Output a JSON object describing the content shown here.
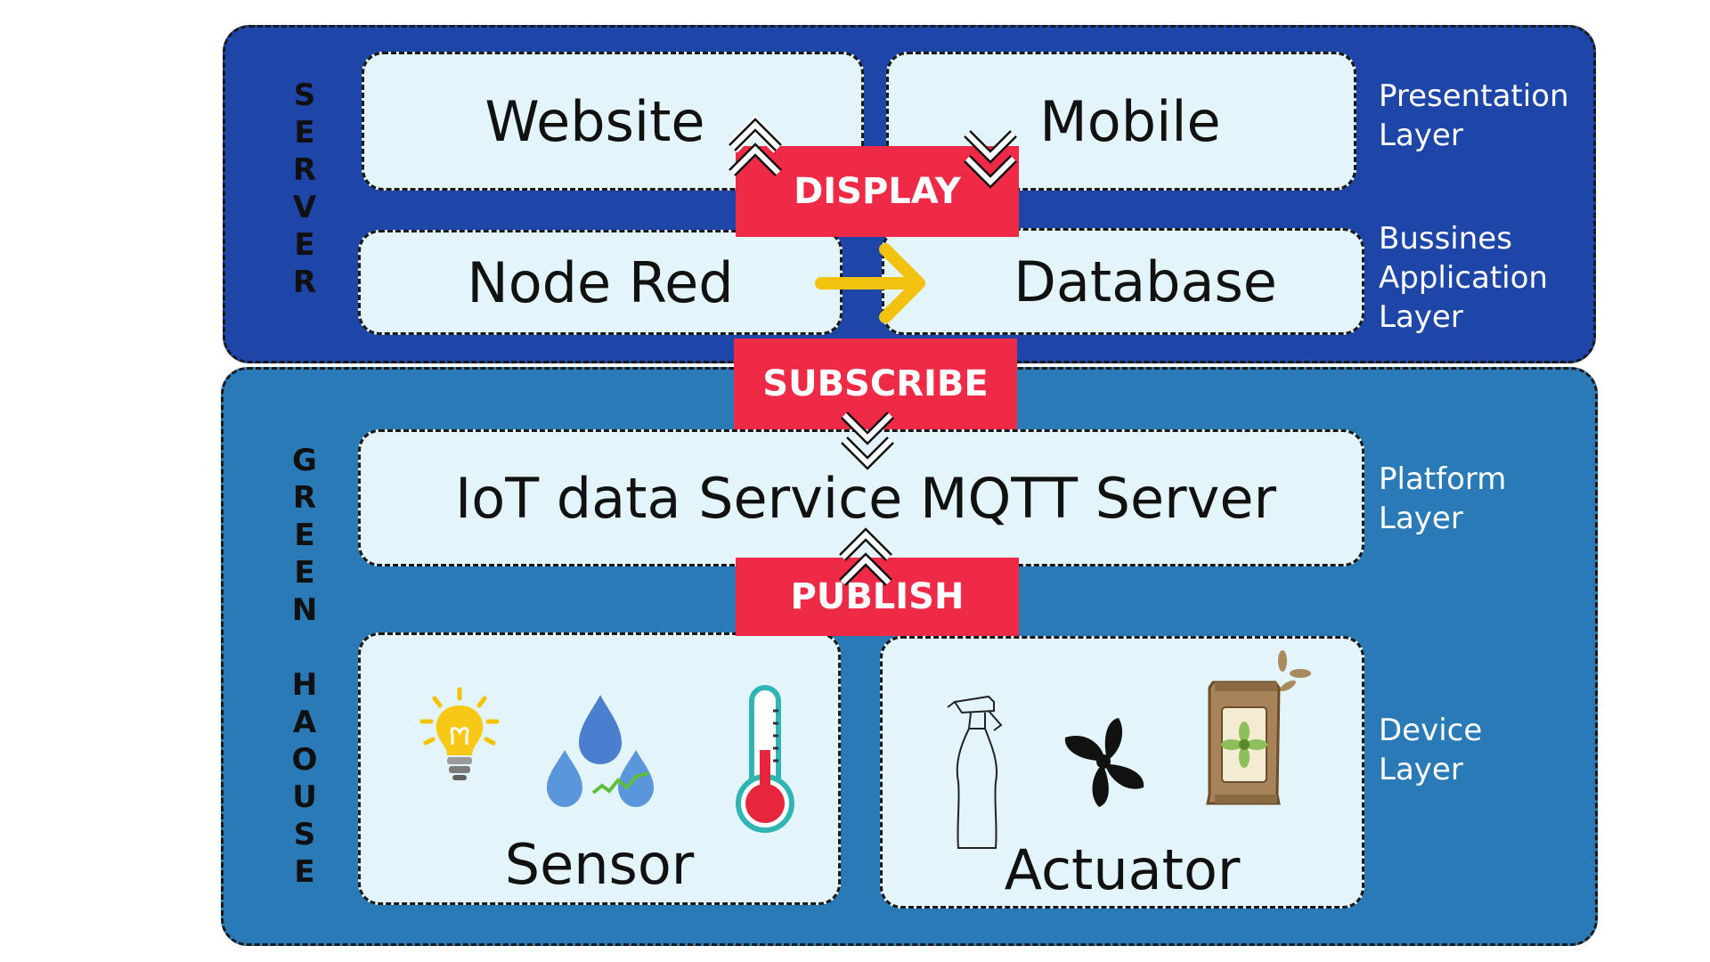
{
  "sections": {
    "server": "SERVER",
    "green_house": "GREEN HAOUSE"
  },
  "nodes": {
    "website": "Website",
    "mobile": "Mobile",
    "node_red": "Node Red",
    "database": "Database",
    "mqtt": "IoT data Service MQTT Server",
    "sensor": "Sensor",
    "actuator": "Actuator"
  },
  "tags": {
    "display": "DISPLAY",
    "subscribe": "SUBSCRIBE",
    "publish": "PUBLISH"
  },
  "layers": {
    "presentation": "Presentation\nLayer",
    "business": "Bussines\nApplication\nLayer",
    "platform": "Platform\nLayer",
    "device": "Device\nLayer"
  },
  "colors": {
    "server_bg": "#1e45a8",
    "green_house_bg": "#2a7ab8",
    "box_bg": "#e3f4fa",
    "tag_bg": "#ee2a47",
    "arrow": "#f2c20f"
  },
  "icons": {
    "sensor_icons": [
      "lightbulb-icon",
      "water-drops-icon",
      "thermometer-icon"
    ],
    "actuator_icons": [
      "spray-bottle-icon",
      "fan-icon",
      "seed-bag-icon"
    ]
  }
}
